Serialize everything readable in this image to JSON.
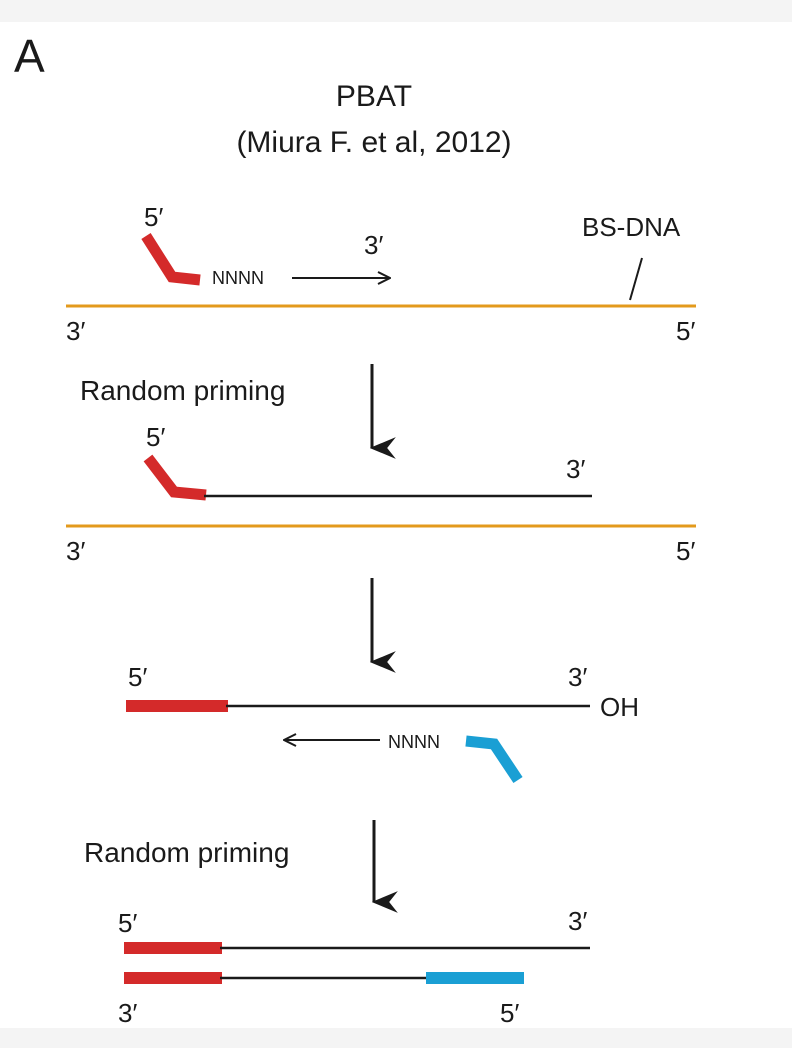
{
  "panel_label": "A",
  "title": "PBAT",
  "subtitle": "(Miura F. et al, 2012)",
  "labels": {
    "bs_dna": "BS-DNA",
    "five_prime": "5′",
    "three_prime": "3′",
    "oh": "OH",
    "nnnn": "NNNN",
    "random_priming": "Random priming"
  },
  "colors": {
    "template_strand": "#e39a1c",
    "red_adapter": "#d42a2a",
    "blue_adapter": "#1a9fd4",
    "strand": "#1a1a1a"
  }
}
